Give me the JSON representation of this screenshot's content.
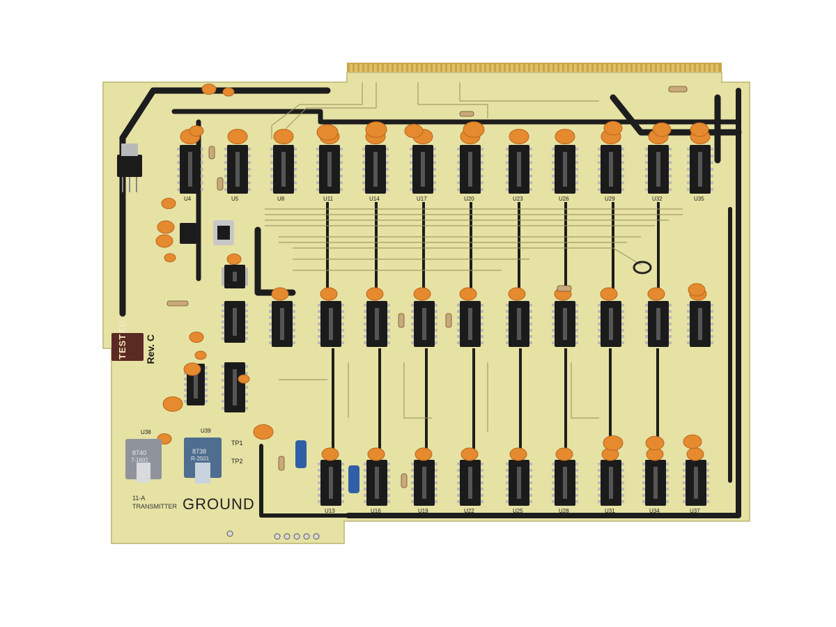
{
  "board": {
    "ground_label": "GROUND",
    "transmitter_label": "TRANSMITTER",
    "model_label": "11-A",
    "tested_stamp": "TESTED",
    "revision": "Rev. C"
  },
  "colors": {
    "background": "#ffffff",
    "pcb_substrate": "#e6e2a4",
    "trace_ground": "#1d1d1d",
    "ic_body": "#1b1b1b",
    "capacitor": "#e58a2e",
    "edge_connector": "#c9a544",
    "optocoupler_gray": "#8f949c",
    "optocoupler_blue": "#4f6d8f"
  },
  "chips": {
    "top_row_labels": [
      "U4",
      "U5",
      "U8",
      "U11",
      "U14",
      "U17",
      "U20",
      "U23",
      "U26",
      "U29",
      "U32",
      "U35"
    ],
    "bottom_row_labels": [
      "U13",
      "U16",
      "U19",
      "U22",
      "U25",
      "U28",
      "U31",
      "U34",
      "U37"
    ],
    "optocouplers": [
      {
        "label": "U38",
        "text1": "8740",
        "text2": "7-1601"
      },
      {
        "label": "U39",
        "text1": "8738",
        "text2": "R-2501"
      }
    ]
  },
  "test_points": [
    "TP1",
    "TP2"
  ]
}
